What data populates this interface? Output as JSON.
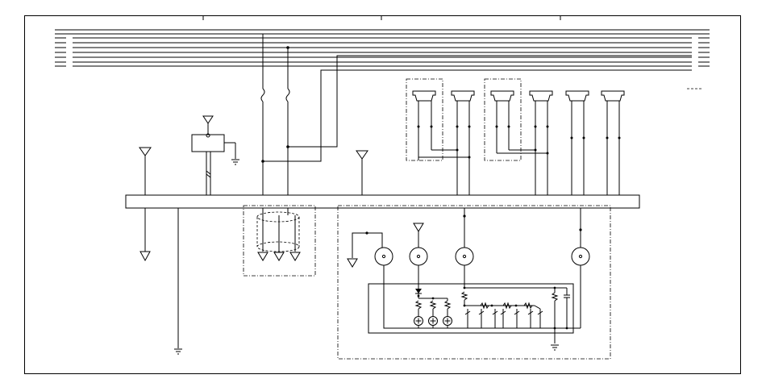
{
  "diagram": {
    "type": "wiring-schematic",
    "labels": [],
    "colors": {
      "line": "#000000",
      "background": "#ffffff"
    },
    "symbols": [
      "ground-symbol",
      "connector-symbol",
      "fuse-symbol",
      "lamp-symbol",
      "resistor-symbol",
      "diode-symbol",
      "relay-symbol"
    ]
  }
}
